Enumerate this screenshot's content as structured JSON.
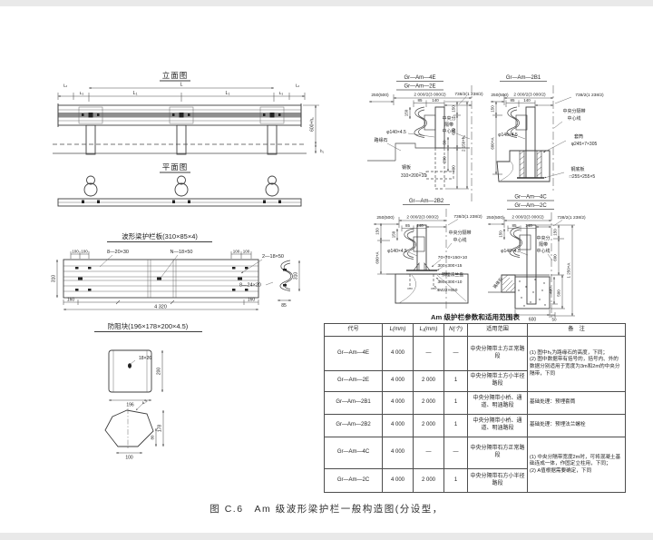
{
  "figure": {
    "caption": "图 C.6　Am 级波形梁护栏一般构造图(分设型，"
  },
  "elevation": {
    "title": "立面图",
    "dim_l2_left": "L₂",
    "dim_l3_left": "L₃",
    "dim_l1_left": "L₁",
    "dim_l": "L",
    "dim_l1_right": "L₁",
    "dim_l3_right": "L₃",
    "dim_l2_right": "L₂",
    "dim_height": "600+h₁",
    "dim_h1": "h₁"
  },
  "plan": {
    "title": "平面图"
  },
  "beam_plate": {
    "title": "波形梁护栏板(310×85×4)",
    "dim_100_a": "100",
    "dim_100_b": "100",
    "label_slots": "8—20×30",
    "label_splice_holes": "N—18×50",
    "dim_100_c": "100",
    "dim_100_d": "100",
    "label_end_holes": "2—18×50",
    "label_holes_24": "8—24×20",
    "dim_height": "310",
    "dim_160_left": "160",
    "dim_160_right": "160",
    "dim_total": "4 320",
    "profile_height": "310",
    "profile_depth": "85"
  },
  "block": {
    "title": "防阻块(196×178×200×4.5)",
    "hole": "18×26",
    "dim_width": "196",
    "dim_height": "200",
    "dim_depth": "178",
    "dim_80": "80",
    "dim_100": "100",
    "dim_thk": "4.5"
  },
  "sections": {
    "a": {
      "code_line1": "Gr—Am—4E",
      "code_line2": "Gr—Am—2E",
      "dim_250": "250(500)",
      "dim_2000": "2 000/2(3 000/2)",
      "dim_738": "738/2(1 238/2)",
      "dim_85": "85",
      "dim_140": "140",
      "dim_150": "150",
      "label_median_1": "中央分",
      "label_median_2": "隔带",
      "label_centerline": "中心线",
      "label_post": "φ140×4.5",
      "label_curb": "路缘石",
      "label_plate_1": "钢板",
      "label_plate_2": "310×200×10",
      "dim_v150": "150",
      "dim_v600": "600",
      "dim_v400": "400",
      "dim_total": "2 150+h₁",
      "dim_50": "50",
      "dim_200": "200"
    },
    "b": {
      "code": "Gr—Am—2B1",
      "dim_250": "250(500)",
      "dim_2000": "2 000/2(3 000/2)",
      "dim_738": "738/2(1 238/2)",
      "dim_85": "85",
      "dim_140": "140",
      "dim_v150": "150",
      "dim_v600": "600+A",
      "label_median": "中央分隔带",
      "label_centerline": "中心线",
      "label_post": "φ140×4.5",
      "label_sleeve_1": "套筒",
      "label_sleeve_2": "φ245×7×305",
      "label_base_1": "钢底板",
      "label_base_2": "□255×255×5"
    },
    "c": {
      "code": "Gr—Am—2B2",
      "dim_250": "250(500)",
      "dim_2000": "2 000/2(3 000/2)",
      "dim_738": "738/2(1 238/2)",
      "dim_85": "85",
      "dim_140": "140",
      "dim_150": "150",
      "dim_v150": "150",
      "dim_v600": "600+A",
      "label_median": "中央分隔带",
      "label_centerline": "中心线",
      "label_post": "φ140×4.5",
      "label_rib": "70×70×150×10",
      "label_plate15": "300×300×15",
      "label_flange": "预埋法兰盘",
      "label_plate10": "300×300×10",
      "label_bolts": "4M22×650"
    },
    "d": {
      "code_line1": "Gr—Am—4C",
      "code_line2": "Gr—Am—2C",
      "dim_250": "250(500)",
      "dim_2000": "2 000/2(3 000/2)",
      "dim_738": "738/2(1 238/2)",
      "dim_85": "85",
      "dim_140": "140",
      "dim_150": "150",
      "label_median_1": "中央分",
      "label_median_2": "隔带",
      "label_centerline": "中心线",
      "label_post": "φ140×4.5",
      "label_curb": "路缘石",
      "dim_v150": "150",
      "dim_v600": "600",
      "dim_total": "1 250+A",
      "dim_400": "400",
      "dim_500": "500",
      "dim_50": "50",
      "dim_w600": "600"
    }
  },
  "table": {
    "title": "Am 级护栏参数和适用范围表",
    "headers": {
      "code": "代号",
      "l": "L(mm)",
      "l1": "L₁(mm)",
      "n": "N(个)",
      "scope": "适用范围",
      "remark": "备　注"
    },
    "rows": [
      {
        "code": "Gr—Am—4E",
        "l": "4 000",
        "l1": "—",
        "n": "—",
        "scope": "中央分隔带土方正常路段"
      },
      {
        "code": "Gr—Am—2E",
        "l": "4 000",
        "l1": "2 000",
        "n": "1",
        "scope": "中央分隔带土方小半径路段"
      },
      {
        "code": "Gr—Am—2B1",
        "l": "4 000",
        "l1": "2 000",
        "n": "1",
        "scope": "中央分隔带小桥、通道、明涵路段",
        "remark": "基础处理：预埋套筒"
      },
      {
        "code": "Gr—Am—2B2",
        "l": "4 000",
        "l1": "2 000",
        "n": "1",
        "scope": "中央分隔带小桥、通道、明涵路段",
        "remark": "基础处理：预埋法兰螺栓"
      },
      {
        "code": "Gr—Am—4C",
        "l": "4 000",
        "l1": "—",
        "n": "—",
        "scope": "中央分隔带石方正常路段"
      },
      {
        "code": "Gr—Am—2C",
        "l": "4 000",
        "l1": "2 000",
        "n": "1",
        "scope": "中央分隔带石方小半径路段"
      }
    ],
    "remark_e": "(1) 图中h₁为路缘石的高度，下同；\n(2) 图中数据带有括号的，括号内、外的数据分别适用于宽度为3m和2m的中央分隔带，下同",
    "remark_c": "(1) 中央分隔带宽度2m时，可将混凝土基础连成一体，作固定立柱用，下同；\n(2) A值根据需要确定，下同"
  }
}
